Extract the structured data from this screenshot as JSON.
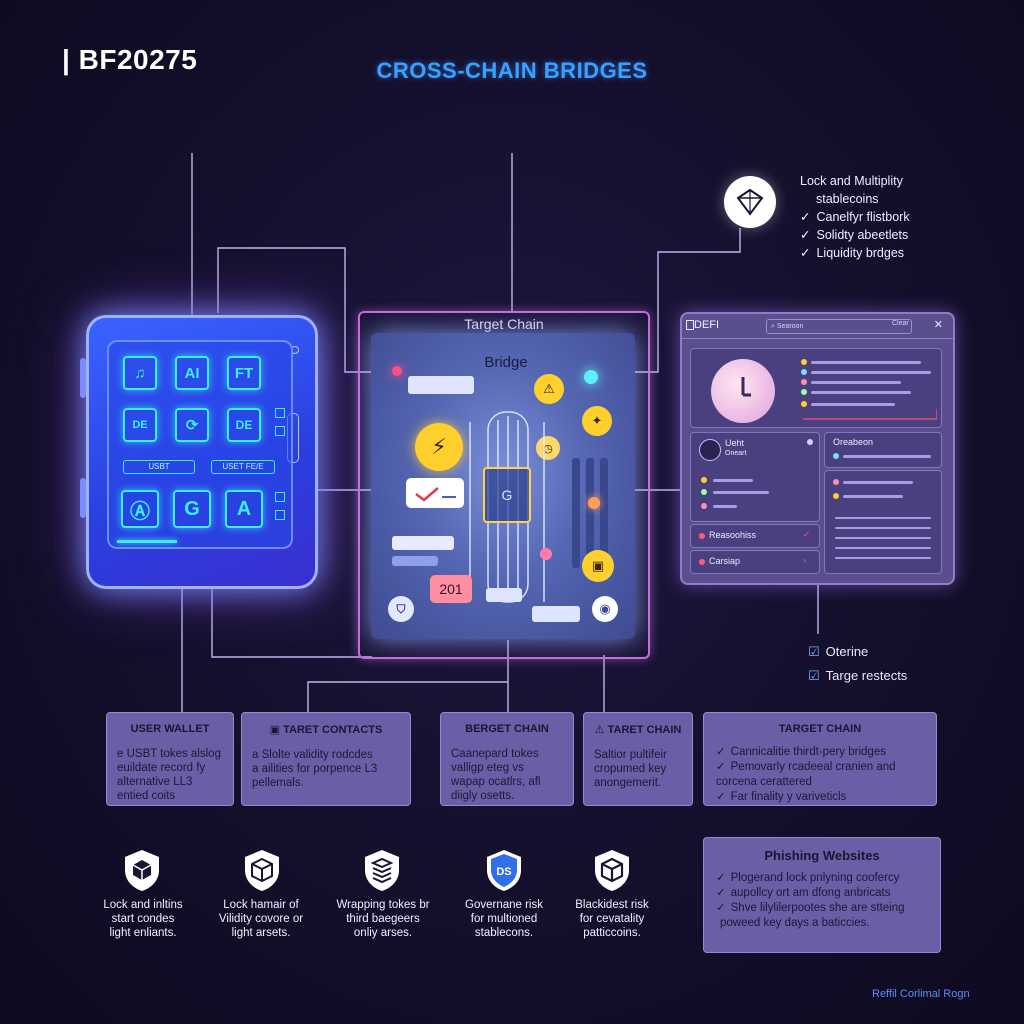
{
  "brand": "| BF20275",
  "title": "CROSS-CHAIN BRIDGES",
  "top_note": {
    "heading": "Lock and Multiplity",
    "subheading": "stablecoins",
    "items": [
      "Canelfyr flistbork",
      "Solidty abeetlets",
      "Liquidity brdges"
    ]
  },
  "wallet": {
    "tiles": [
      "♫",
      "AI",
      "FT",
      "DE",
      "⟳",
      "DE",
      "Ⓐ",
      "G",
      "A"
    ],
    "buttons": [
      "USBT",
      "USET FE/E"
    ]
  },
  "bridge": {
    "frame_label": "Target Chain",
    "inner_label": "Bridge",
    "number_tag": "201",
    "core_glyph": "G"
  },
  "defi": {
    "title": "DEFI",
    "search_placeholder": "Searoon",
    "search_button": "Clear",
    "close": "✕",
    "card_user": "Ueht",
    "card_user_sub": "Oneart",
    "card_right_title": "Oreabeon",
    "row1": "Reasoohiss",
    "row2": "Carsiap"
  },
  "boxes": [
    {
      "title": "USER WALLET",
      "lines": [
        "e USBT tokes alslog",
        "euildate record fy",
        "alternative LL3",
        "entied coits"
      ]
    },
    {
      "title": "TARET CONTACTS",
      "title_icon": "▣",
      "lines": [
        "a Slolte validity rodcdes",
        "a ailities for porpence L3",
        "pellemals."
      ]
    },
    {
      "title": "BERGET CHAIN",
      "lines": [
        "Caanepard tokes",
        "valligp eteg vs",
        "wapap ocatlrs, afl",
        "diigly osetts."
      ]
    },
    {
      "title": "TARET CHAIN",
      "title_icon": "⚠",
      "lines": [
        "Saltior pultifeir",
        "cropumed key",
        "anongemerit."
      ]
    },
    {
      "title": "TARGET CHAIN",
      "list": [
        "Cannicalitie thirdt-pery bridges",
        "Pemovarly rcadeeal cranien and corcena cerattered",
        "Far finality y variveticls"
      ]
    }
  ],
  "legend": [
    "Oterine",
    "Targe restects"
  ],
  "risks": [
    {
      "icon": "cube-shield-icon",
      "lines": [
        "Lock and inltins",
        "start condes",
        "light enliants."
      ]
    },
    {
      "icon": "box-shield-icon",
      "lines": [
        "Lock hamair of",
        "Vilidity covore or",
        "light arsets."
      ]
    },
    {
      "icon": "stack-shield-icon",
      "lines": [
        "Wrapping tokes br",
        "third baegeers",
        "onliy arses."
      ]
    },
    {
      "icon": "ds-shield-icon",
      "badge": "DS",
      "lines": [
        "Governane risk",
        "for multioned",
        "stablecons."
      ]
    },
    {
      "icon": "cube-outline-icon",
      "lines": [
        "Blackidest risk",
        "for cevatality",
        "patticcoins."
      ]
    }
  ],
  "phishing": {
    "title": "Phishing Websites",
    "items": [
      "Plogerand lock pnlyning coofercy",
      "aupollcy ort am dfong anbricats",
      "Shve lilylilerpootes she are stteing"
    ],
    "tail": "poweed key days a baticcies."
  },
  "footer": "Reffil Corlimal Rogn",
  "colors": {
    "accent": "#3aa0ff",
    "glow": "#38f0ff",
    "box": "#6a5fa6",
    "frame": "#c86bd6"
  }
}
